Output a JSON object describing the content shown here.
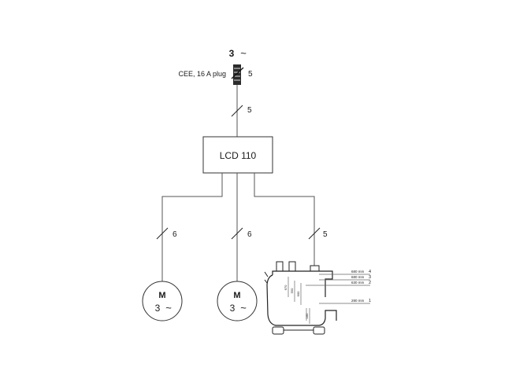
{
  "supply": {
    "phase_count": "3",
    "phase_symbol": "~"
  },
  "plug": {
    "label": "CEE, 16 A plug",
    "conductors": "5"
  },
  "feed_cable": {
    "conductors": "5"
  },
  "controller": {
    "label": "LCD 110"
  },
  "branches": [
    {
      "conductors": "6"
    },
    {
      "conductors": "6"
    },
    {
      "conductors": "5"
    }
  ],
  "motors": [
    {
      "letter": "M",
      "phase_count": "3",
      "phase_symbol": "~"
    },
    {
      "letter": "M",
      "phase_count": "3",
      "phase_symbol": "~"
    }
  ],
  "tank": {
    "levels": [
      {
        "value": "680 mm",
        "index": "4"
      },
      {
        "value": "680 mm",
        "index": "3"
      },
      {
        "value": "630 mm",
        "index": "2"
      },
      {
        "value": "280 mm",
        "index": "1"
      }
    ],
    "dims": [
      "670",
      "550",
      "600",
      "180"
    ]
  }
}
